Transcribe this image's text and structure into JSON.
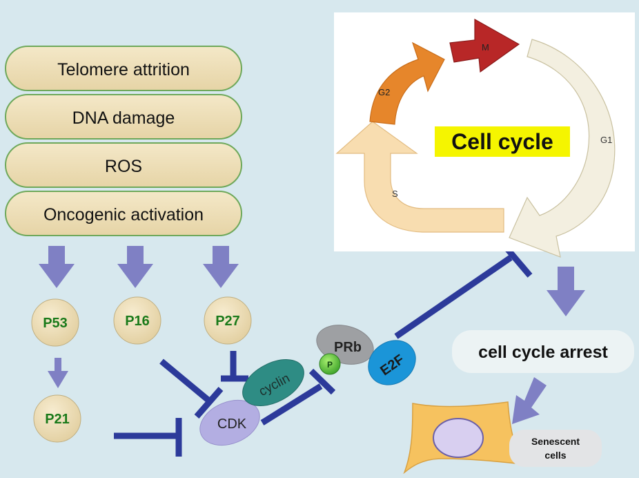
{
  "stressors": [
    "Telomere attrition",
    "DNA damage",
    "ROS",
    "Oncogenic activation"
  ],
  "nodes": {
    "p53": "P53",
    "p16": "P16",
    "p27": "P27",
    "p21": "P21",
    "cdk": "CDK",
    "cyclin": "cyclin",
    "phos": "P",
    "prb": "PRb",
    "e2f": "E2F"
  },
  "cell_cycle": {
    "title": "Cell cycle",
    "phases": {
      "m": "M",
      "g2": "G2",
      "g1": "G1",
      "s": "S"
    }
  },
  "outcome": {
    "arrest": "cell cycle arrest",
    "senescent_line1": "Senescent",
    "senescent_line2": "cells"
  },
  "colors": {
    "background": "#d7e8ee",
    "pill_fill": "#ecdcb3",
    "pill_border": "#6ea85a",
    "arrow": "#7f80c4",
    "inhibit": "#2c3a9a",
    "title_highlight": "#f5f500",
    "phase_m": "#b82727",
    "phase_g2": "#e6862b",
    "phase_g1": "#f3efe0",
    "phase_s": "#f8ddb0"
  }
}
